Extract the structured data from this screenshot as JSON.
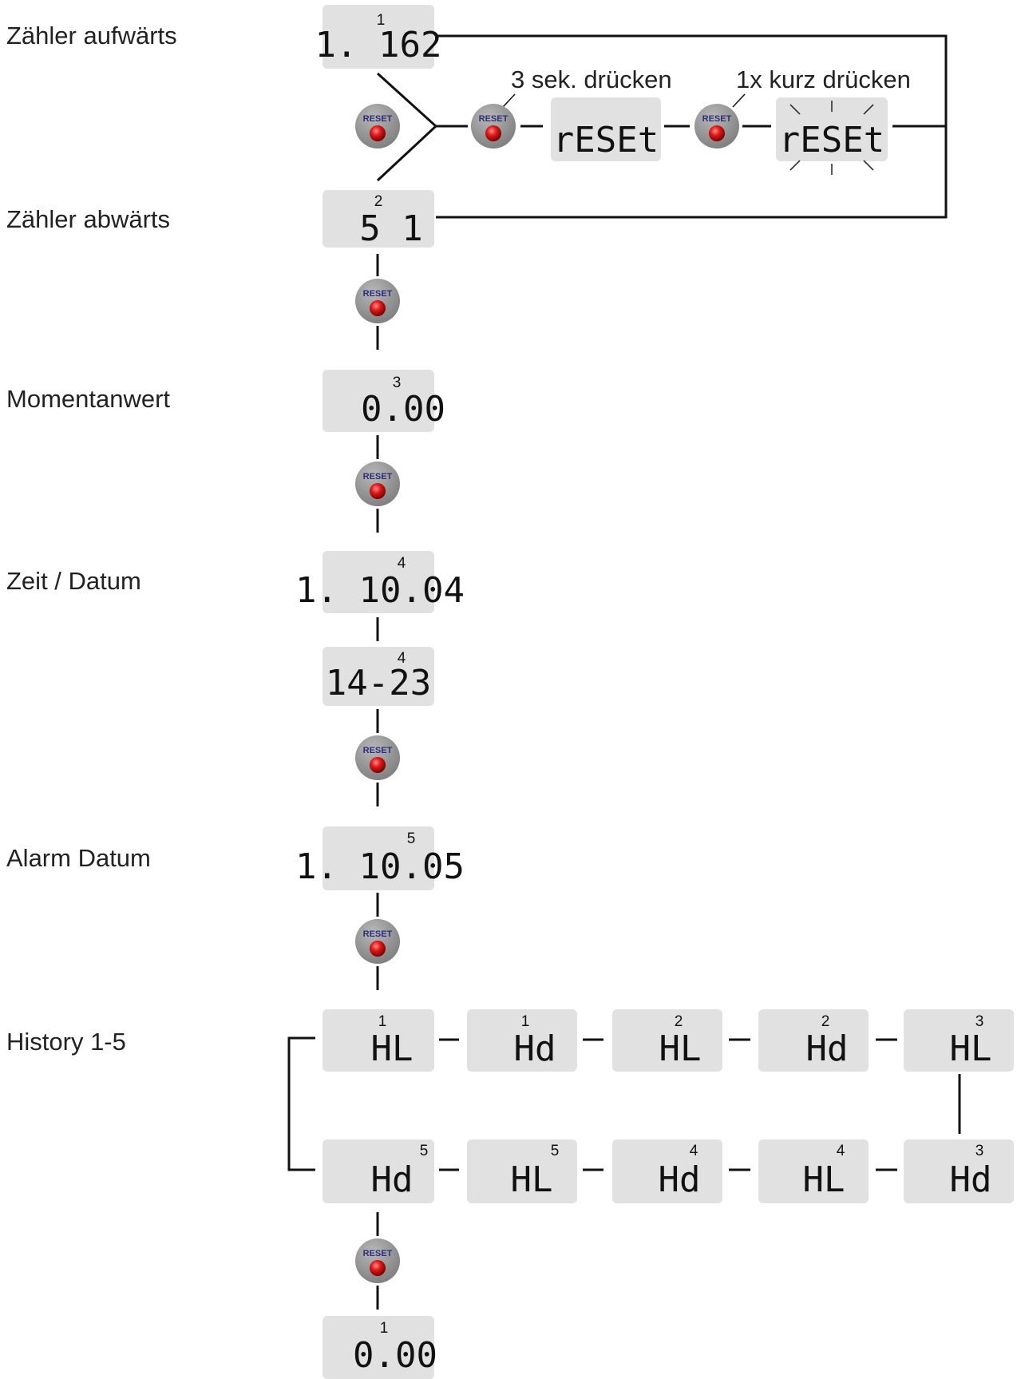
{
  "labels": {
    "counter_up": "Zähler aufwärts",
    "counter_down": "Zähler abwärts",
    "momentary": "Momentanwert",
    "time_date": "Zeit / Datum",
    "alarm_date": "Alarm Datum",
    "history": "History 1-5"
  },
  "annotations": {
    "hold_3s": "3 sek. drücken",
    "press_once": "1x kurz drücken"
  },
  "button_label": "RESET",
  "displays": {
    "counter_up": {
      "index": "1",
      "value": "1. 162"
    },
    "counter_down": {
      "index": "2",
      "value": "5 1"
    },
    "reset_1": {
      "index": "",
      "value": "rESEt"
    },
    "reset_2": {
      "index": "",
      "value": "rESEt"
    },
    "momentary": {
      "index": "3",
      "value": "0.00"
    },
    "date": {
      "index": "4",
      "value": "1. 10.04"
    },
    "time": {
      "index": "4",
      "value": "14-23"
    },
    "alarm_date": {
      "index": "5",
      "value": "1. 10.05"
    },
    "h1": {
      "index": "1",
      "value": "HL"
    },
    "h2": {
      "index": "1",
      "value": "Hd"
    },
    "h3": {
      "index": "2",
      "value": "HL"
    },
    "h4": {
      "index": "2",
      "value": "Hd"
    },
    "h5": {
      "index": "3",
      "value": "HL"
    },
    "h6": {
      "index": "3",
      "value": "Hd"
    },
    "h7": {
      "index": "4",
      "value": "HL"
    },
    "h8": {
      "index": "4",
      "value": "Hd"
    },
    "h9": {
      "index": "5",
      "value": "HL"
    },
    "h10": {
      "index": "5",
      "value": "Hd"
    },
    "final": {
      "index": "1",
      "value": "0.00"
    }
  },
  "colors": {
    "lcd_background": "#e1e1e1",
    "button_body": "#8f8f8f",
    "button_led": "#d10f0f",
    "button_text": "#2b2f7a",
    "line": "#111111"
  }
}
